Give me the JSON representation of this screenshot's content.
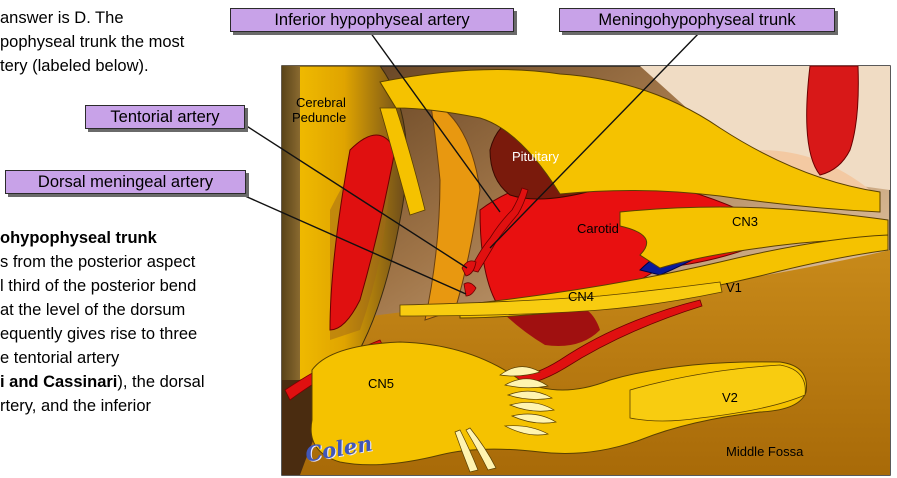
{
  "text": {
    "line1": "answer is D.  The",
    "line2": "pophyseal trunk the most",
    "line3": "tery (labeled  below).",
    "heading": "ohypophyseal trunk",
    "p1": "s from the posterior aspect",
    "p2": "l third of the posterior bend",
    "p3": "at the level of the dorsum",
    "p4": "equently gives rise to three",
    "p5": "e tentorial artery",
    "p6_bold": "i and Cassinari",
    "p6_rest": "), the dorsal",
    "p7": "rtery, and the inferior"
  },
  "callouts": {
    "inferior": "Inferior hypophyseal artery",
    "meningo": "Meningohypophyseal trunk",
    "tentorial": "Tentorial artery",
    "dorsal": "Dorsal meningeal artery"
  },
  "labels": {
    "cerebral": "Cerebral",
    "peduncle": "Peduncle",
    "pituitary": "Pituitary",
    "carotid": "Carotid",
    "cn3": "CN3",
    "v1": "V1",
    "cn4": "CN4",
    "cn5": "CN5",
    "v2": "V2",
    "middle_fossa": "Middle Fossa",
    "signature": "Colen"
  },
  "colors": {
    "callout_bg": "#c8a2e8",
    "nerve_yellow": "#f5c200",
    "artery_red": "#e01010",
    "pituitary": "#7a1a0c",
    "vein_blue": "#0a1a9a"
  }
}
